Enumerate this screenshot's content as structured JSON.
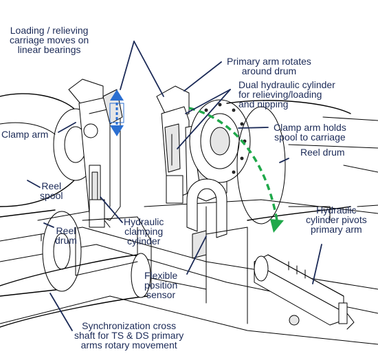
{
  "colors": {
    "label_text": "#1b2a57",
    "leader_line": "#1b2a57",
    "rotation_arrow": "#1fa84a",
    "linear_arrow": "#2b6fd1"
  },
  "icons": {
    "rotation": "dashed-curved-arrow-icon",
    "linear": "double-headed-vertical-arrow-icon"
  },
  "labels": {
    "carriage": [
      "Loading / relieving",
      "carriage moves on",
      "linear bearings"
    ],
    "primary_arm": [
      "Primary arm rotates",
      "around drum"
    ],
    "dual_cylinder": [
      "Dual hydraulic cylinder",
      "for relieving/loading",
      "and nipping"
    ],
    "clamp_arm_left": [
      "Clamp arm"
    ],
    "clamp_arm_holds": [
      "Clamp arm holds",
      "spool to carriage"
    ],
    "reel_drum_right": [
      "Reel drum"
    ],
    "reel_spool": [
      "Reel",
      "spool"
    ],
    "reel_drum_left": [
      "Reel",
      "drum"
    ],
    "clamping_cylinder": [
      "Hydraulic",
      "clamping",
      "cylinder"
    ],
    "cylinder_pivots": [
      "Hydraulic",
      "cylinder pivots",
      "primary arm"
    ],
    "position_sensor": [
      "Flexible",
      "position",
      "sensor"
    ],
    "cross_shaft": [
      "Synchronization cross",
      "shaft for TS & DS primary",
      "arms rotary movement"
    ]
  }
}
